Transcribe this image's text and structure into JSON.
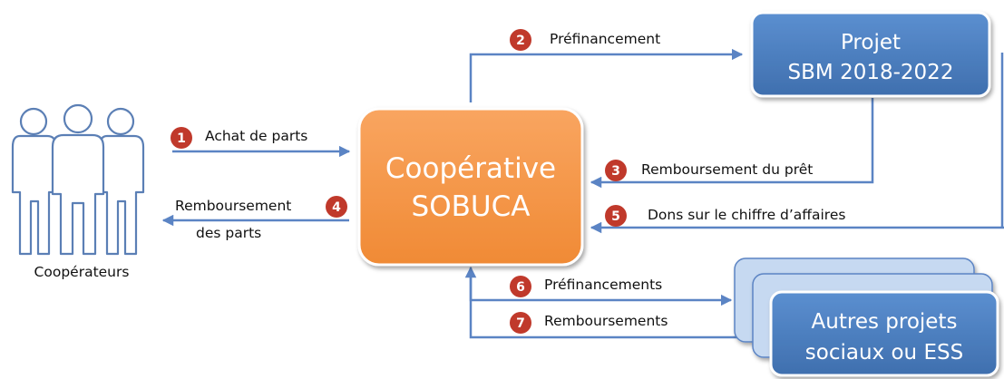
{
  "people": {
    "label": "Coopérateurs",
    "icon": "three-people-icon",
    "stroke_color": "#5b7fb5"
  },
  "cooperative": {
    "line1": "Coopérative",
    "line2": "SOBUCA",
    "fill": "#f79646"
  },
  "project": {
    "line1": "Projet",
    "line2": "SBM 2018-2022",
    "fill": "#4f81bd"
  },
  "other_projects": {
    "line1": "Autres projets",
    "line2": "sociaux ou ESS",
    "fill": "#4f81bd",
    "back_fill": "#c6d9f1"
  },
  "flows": [
    {
      "num": "1",
      "label": "Achat de parts"
    },
    {
      "num": "2",
      "label": "Préfinancement"
    },
    {
      "num": "3",
      "label": "Remboursement du prêt"
    },
    {
      "num": "4",
      "label_line1": "Remboursement",
      "label_line2": "des parts"
    },
    {
      "num": "5",
      "label": "Dons sur le chiffre d’affaires"
    },
    {
      "num": "6",
      "label": "Préfinancements"
    },
    {
      "num": "7",
      "label": "Remboursements"
    }
  ],
  "colors": {
    "arrow": "#5b84c4",
    "badge": "#c0392b"
  }
}
